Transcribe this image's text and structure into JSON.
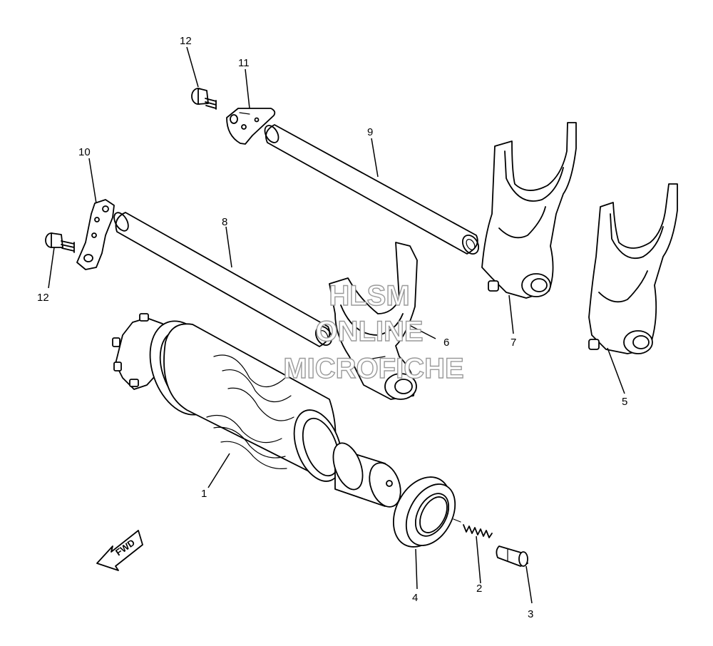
{
  "diagram": {
    "callouts": {
      "c1": "1",
      "c2": "2",
      "c3": "3",
      "c4": "4",
      "c5": "5",
      "c6": "6",
      "c7": "7",
      "c8": "8",
      "c9": "9",
      "c10": "10",
      "c11": "11",
      "c12a": "12",
      "c12b": "12"
    },
    "fwd_label": "FWD",
    "watermark": {
      "line1": "HLSM",
      "line2": "ONLINE",
      "line3": "MICROFICHE"
    }
  }
}
